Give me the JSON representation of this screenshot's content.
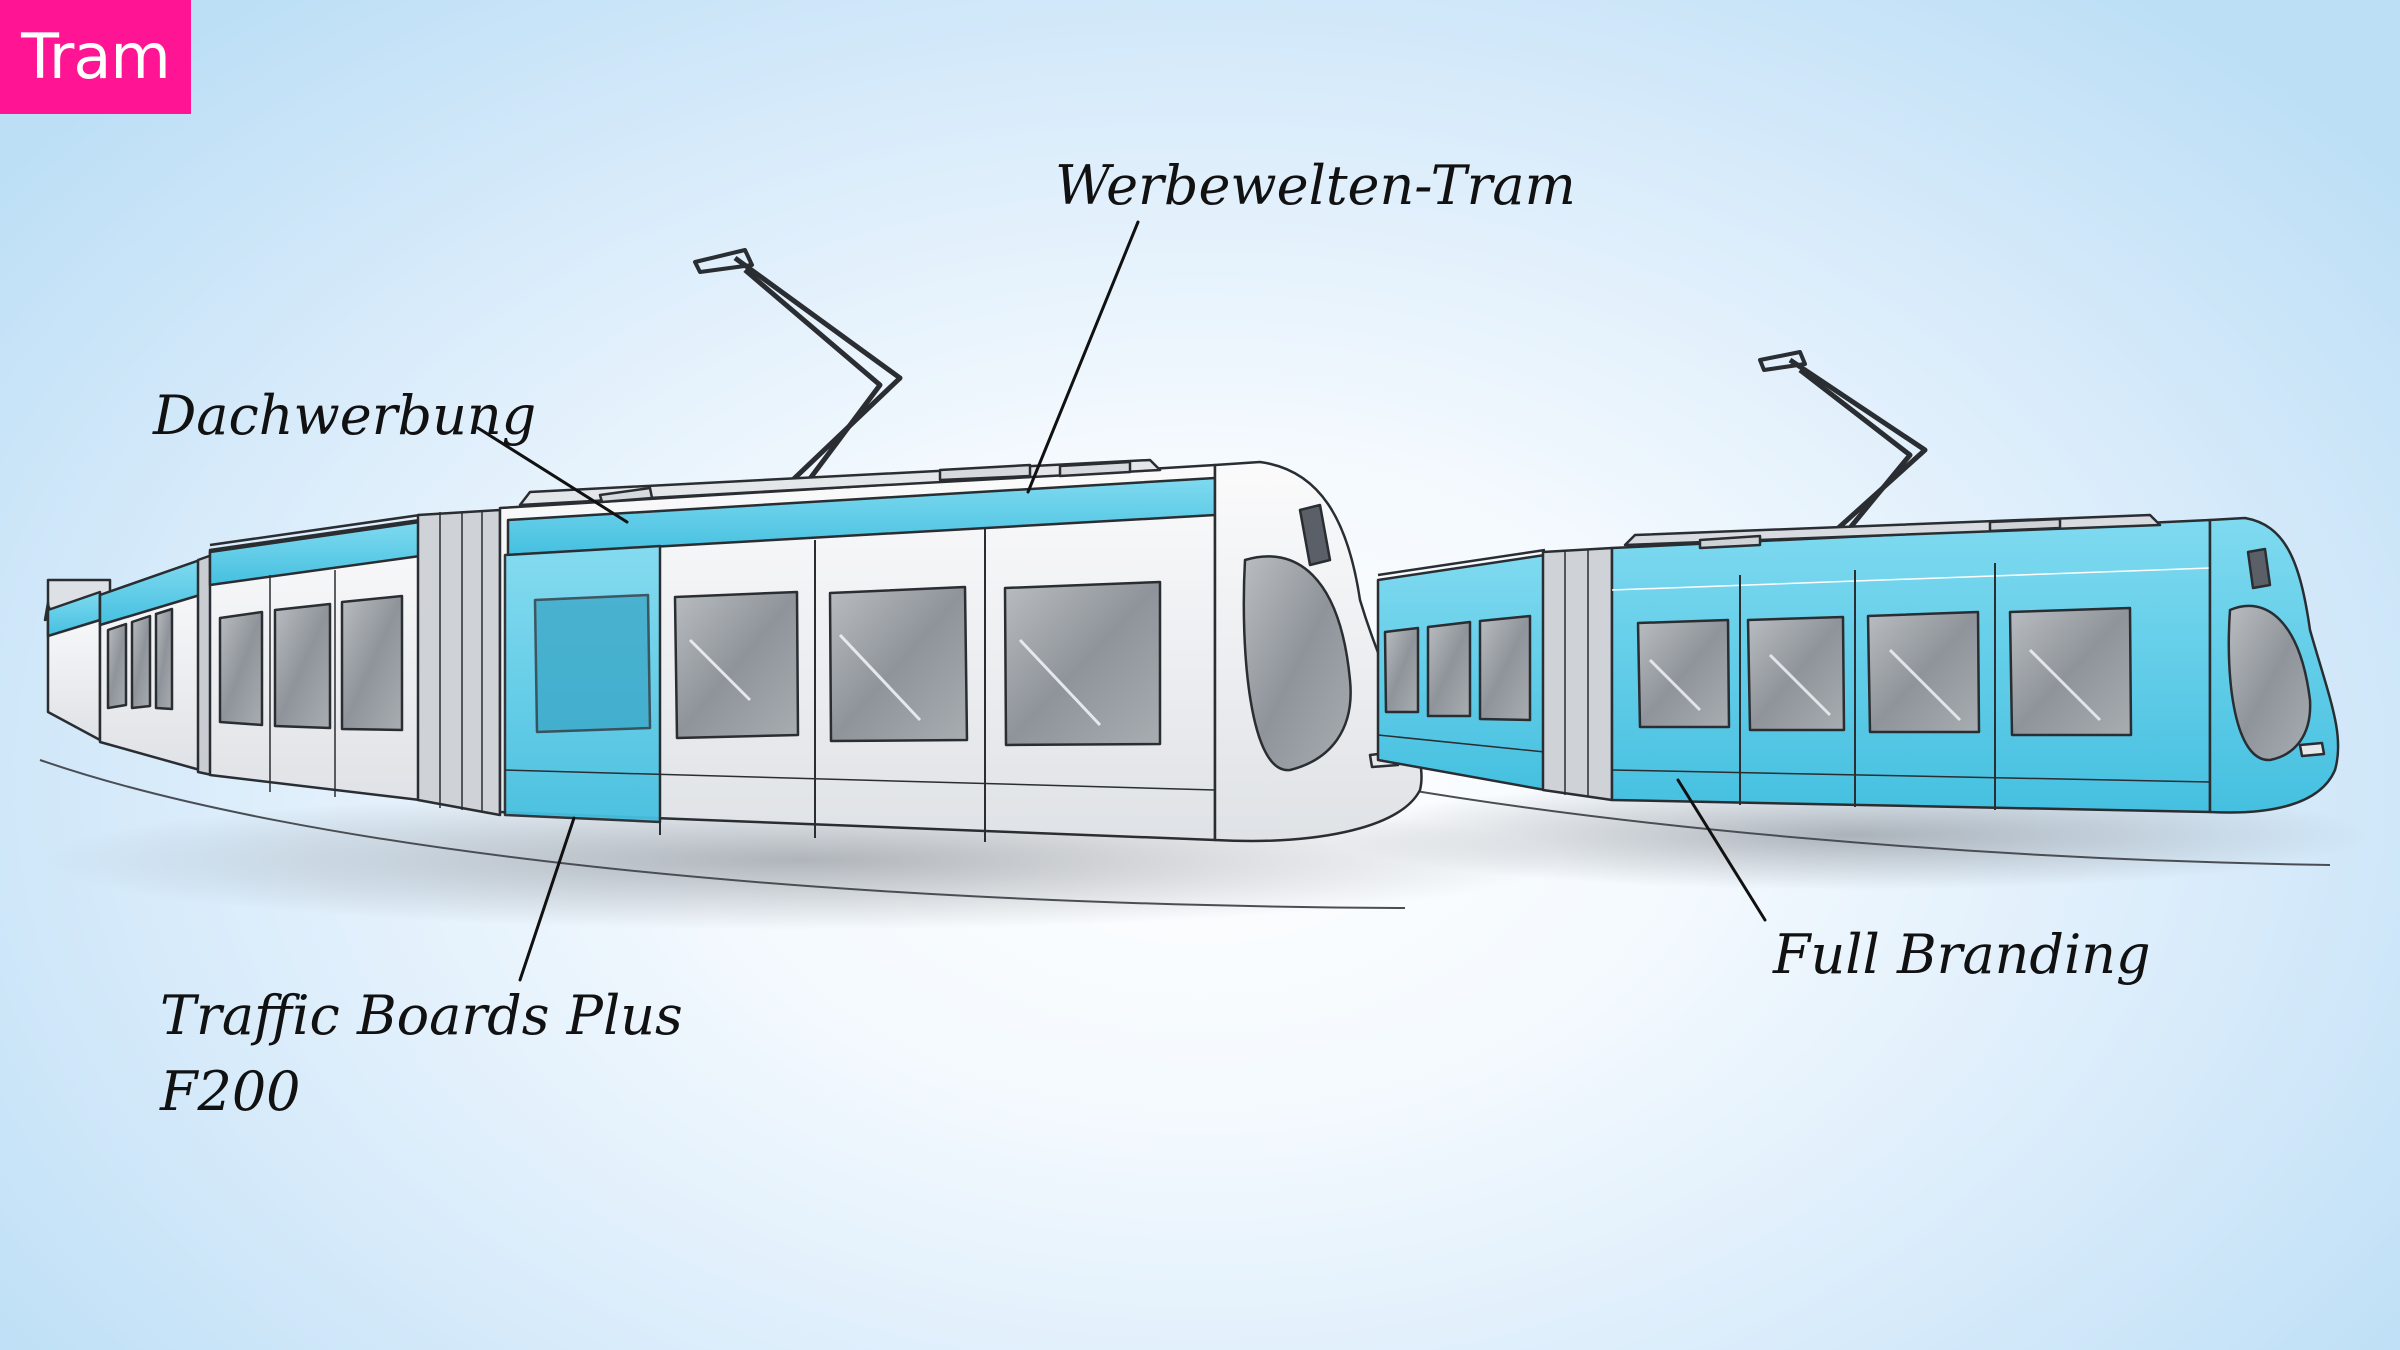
{
  "tag": {
    "text": "Tram",
    "color": "#ff1493"
  },
  "labels": {
    "werbewelten": "Werbewelten-Tram",
    "dachwerbung": "Dachwerbung",
    "traffic_boards_line1": "Traffic Boards Plus",
    "traffic_boards_line2": "F200",
    "full_branding": "Full Branding"
  },
  "colors": {
    "highlight_blue": "#5fcde8",
    "tram_body": "#eef0f3",
    "window_grey": "#9ea3a8",
    "outline": "#2a2d31"
  }
}
